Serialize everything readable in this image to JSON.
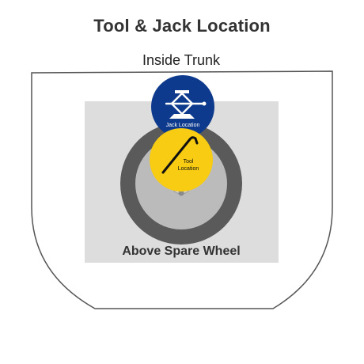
{
  "title": "Tool & Jack Location",
  "trunk": {
    "label": "Inside Trunk",
    "outline_color": "#555555"
  },
  "spare_area": {
    "label": "Above Spare Wheel",
    "fill_color": "#dddddd"
  },
  "spare_wheel": {
    "tire_color": "#5a5a5a",
    "rim_color": "#bbbbbb"
  },
  "jack_badge": {
    "label": "Jack Location",
    "icon": "scissor-jack-icon",
    "fill_color": "#0d3a8c",
    "text_color": "#ffffff"
  },
  "tool_badge": {
    "label_line1": "Tool",
    "label_line2": "Location",
    "icon": "lug-wrench-icon",
    "fill_color": "#f7cc12",
    "text_color": "#111111"
  }
}
